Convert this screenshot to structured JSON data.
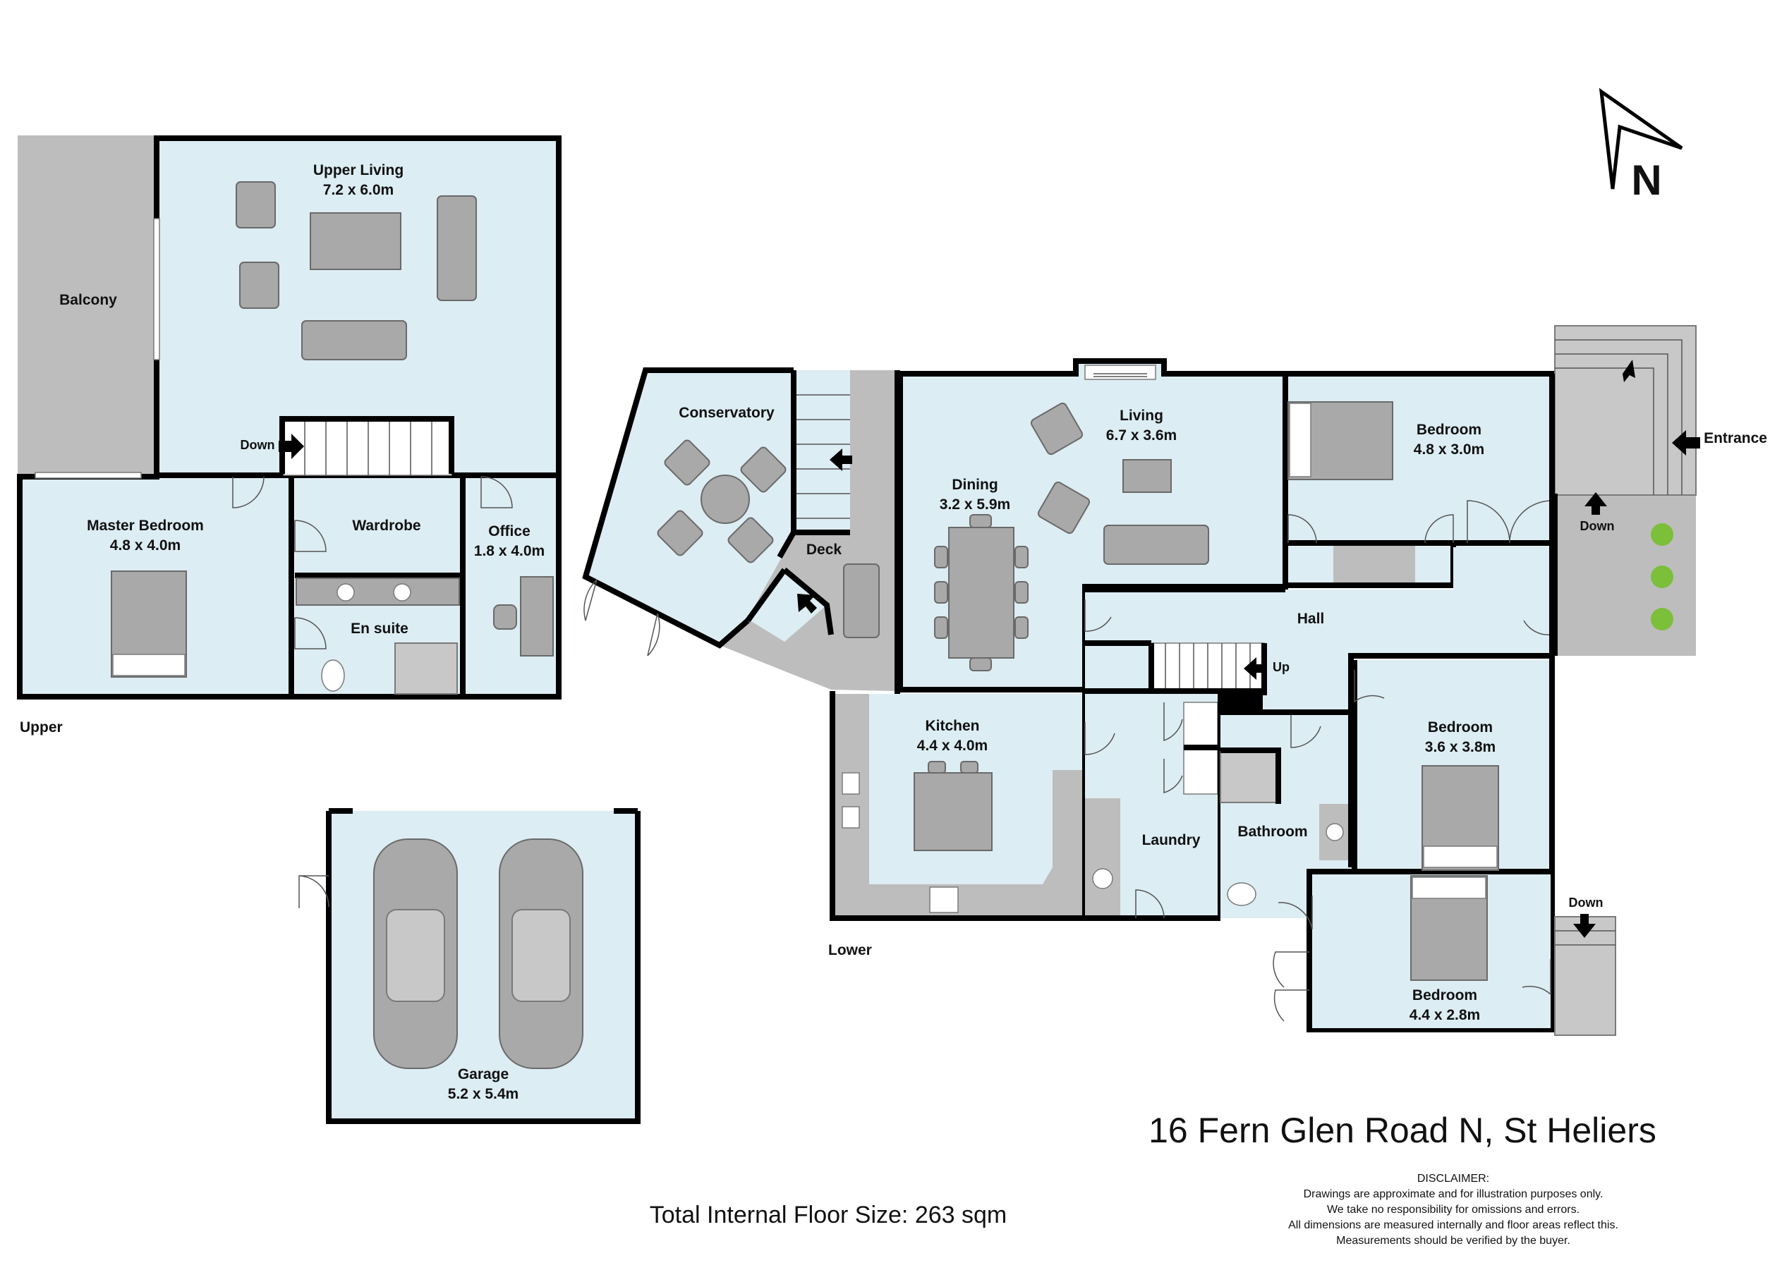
{
  "title": "16 Fern Glen Road N, St Heliers",
  "total_floor_size": "Total Internal Floor Size: 263 sqm",
  "disclaimer": {
    "heading": "DISCLAIMER:",
    "lines": [
      "Drawings are approximate and for illustration purposes only.",
      "We take no responsibility for omissions and errors.",
      "All dimensions are measured internally and floor areas reflect this.",
      "Measurements should be verified by the buyer."
    ]
  },
  "compass": {
    "label": "N"
  },
  "levels": {
    "upper": "Upper",
    "lower": "Lower"
  },
  "rooms": {
    "upper_living": {
      "name": "Upper Living",
      "size": "7.2 x 6.0m"
    },
    "balcony": {
      "name": "Balcony"
    },
    "master_bedroom": {
      "name": "Master Bedroom",
      "size": "4.8 x 4.0m"
    },
    "wardrobe": {
      "name": "Wardrobe"
    },
    "en_suite": {
      "name": "En suite"
    },
    "office": {
      "name": "Office",
      "size": "1.8 x 4.0m"
    },
    "garage": {
      "name": "Garage",
      "size": "5.2 x 5.4m"
    },
    "conservatory": {
      "name": "Conservatory"
    },
    "deck": {
      "name": "Deck"
    },
    "dining": {
      "name": "Dining",
      "size": "3.2 x 5.9m"
    },
    "living": {
      "name": "Living",
      "size": "6.7 x 3.6m"
    },
    "bedroom_ne": {
      "name": "Bedroom",
      "size": "4.8 x 3.0m"
    },
    "hall": {
      "name": "Hall"
    },
    "kitchen": {
      "name": "Kitchen",
      "size": "4.4 x 4.0m"
    },
    "laundry": {
      "name": "Laundry"
    },
    "bathroom": {
      "name": "Bathroom"
    },
    "bedroom_e": {
      "name": "Bedroom",
      "size": "3.6 x 3.8m"
    },
    "bedroom_se": {
      "name": "Bedroom",
      "size": "4.4 x 2.8m"
    }
  },
  "annotations": {
    "down_upper": "Down",
    "up_hall": "Up",
    "entrance": "Entrance",
    "down_entrance": "Down",
    "down_se": "Down"
  }
}
